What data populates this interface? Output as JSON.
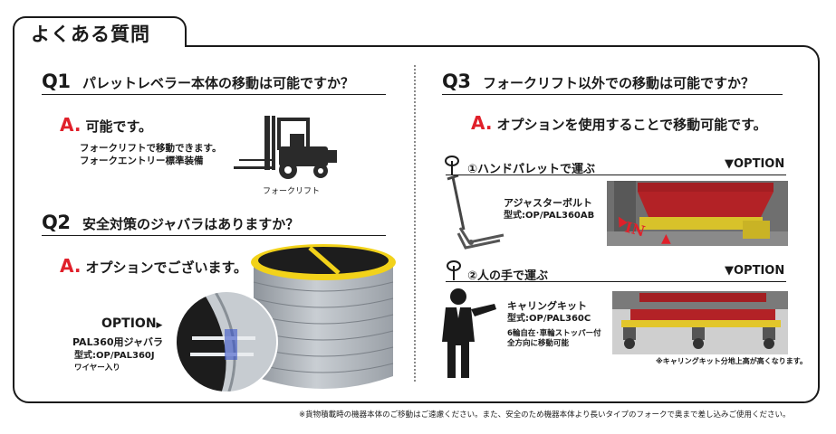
{
  "header": {
    "title": "よくある質問"
  },
  "q1": {
    "num": "Q1",
    "question": "パレットレベラー本体の移動は可能ですか？",
    "answer_letter": "A.",
    "answer": "可能です。",
    "details": [
      "フォークリフトで移動できます。",
      "フォークエントリー標準装備"
    ],
    "image_caption": "フォークリフト"
  },
  "q2": {
    "num": "Q2",
    "question": "安全対策のジャバラはありますか？",
    "answer_letter": "A.",
    "answer": "オプションでございます。",
    "option_label": "OPTION",
    "option_arrow": "▶",
    "product": "PAL360用ジャバラ",
    "model": "型式:OP/PAL360J",
    "note": "ワイヤー入り"
  },
  "q3": {
    "num": "Q3",
    "question": "フォークリフト以外での移動は可能ですか？",
    "answer_letter": "A.",
    "answer": "オプションを使用することで移動可能です。",
    "method1": {
      "title": "①ハンドパレットで運ぶ",
      "option": "▼OPTION",
      "product": "アジャスターボルト",
      "model": "型式:OP/PAL360AB",
      "photo_label": "IN"
    },
    "method2": {
      "title": "②人の手で運ぶ",
      "option": "▼OPTION",
      "product": "キャリングキット",
      "model": "型式:OP/PAL360C",
      "detail1": "6輪自在･車輪ストッパー付",
      "detail2": "全方向に移動可能",
      "photo_note": "※キャリングキット分地上高が高くなります。"
    }
  },
  "footer": {
    "note": "※貨物積載時の機器本体のご移動はご遠慮ください。また、安全のため機器本体より長いタイプのフォークで奥まで差し込みご使用ください。"
  },
  "colors": {
    "accent_red": "#e0202a",
    "text": "#1a1a1a",
    "band_yellow": "#f2d21a",
    "cover_gray": "#b7bcc2",
    "machine_red": "#a31e22"
  }
}
